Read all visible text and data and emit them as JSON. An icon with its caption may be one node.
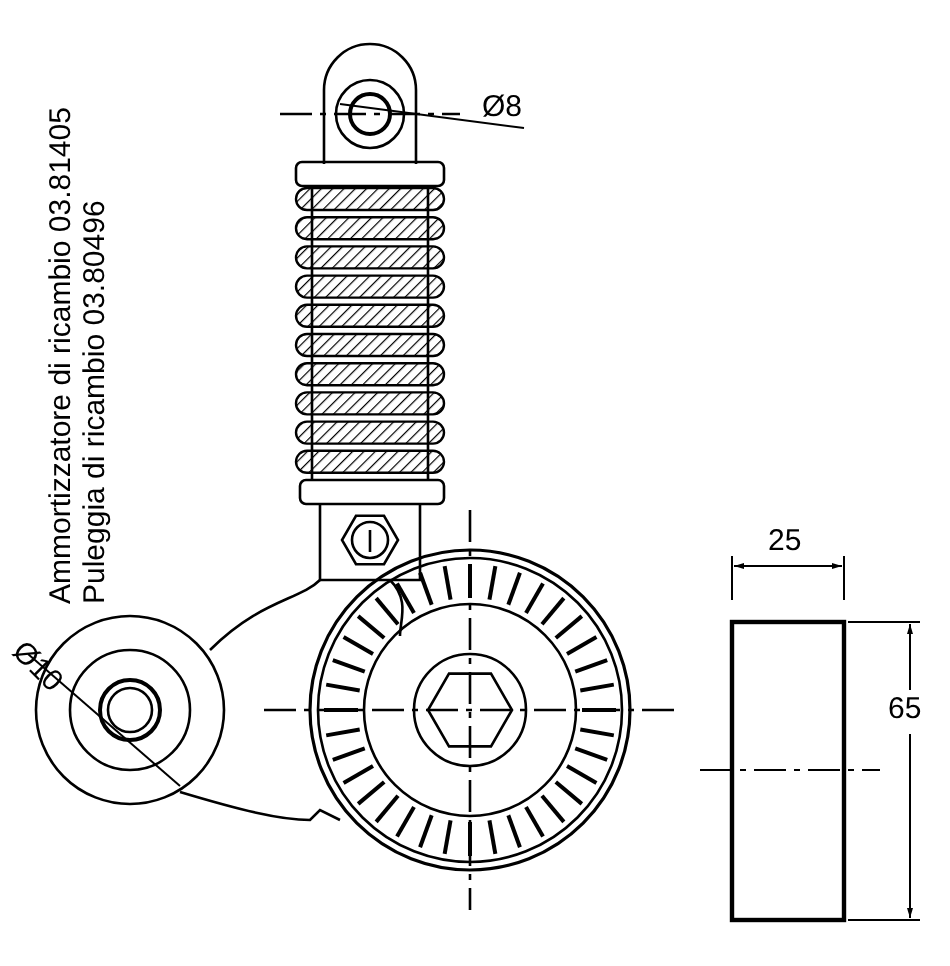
{
  "diagram": {
    "labels": [
      "Ammortizzatore di ricambio 03.81405",
      "Puleggia di ricambio 03.80496",
      "Ø8",
      "Ø10",
      "25",
      "65"
    ]
  }
}
